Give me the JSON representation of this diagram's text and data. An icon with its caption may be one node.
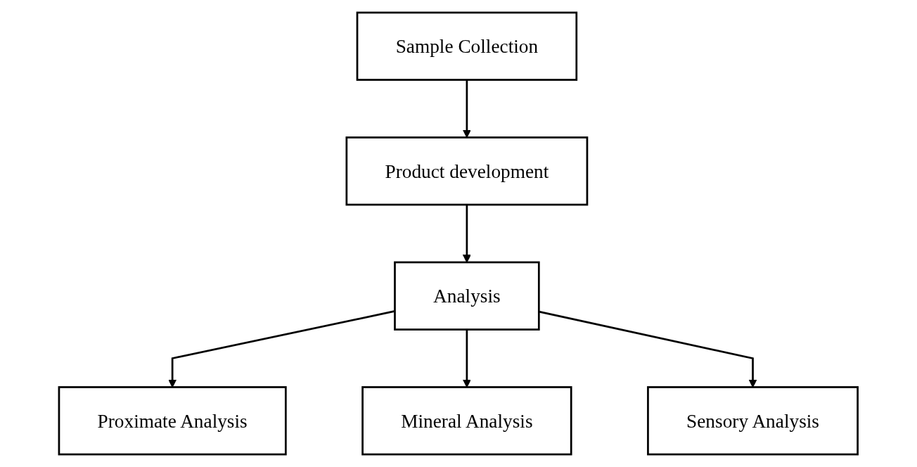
{
  "diagram": {
    "nodes": [
      {
        "text": [
          "Sample Collection"
        ]
      },
      {
        "text": [
          "Product development"
        ]
      },
      {
        "text": [
          "Analysis"
        ]
      },
      {
        "text": [
          "Proximate Analysis"
        ]
      },
      {
        "text": [
          "Mineral Analysis"
        ]
      },
      {
        "text": [
          "Sensory Analysis"
        ]
      }
    ],
    "edges": [
      {
        "from": 0,
        "to": 1,
        "arrow": "to"
      },
      {
        "from": 1,
        "to": 2,
        "arrow": "to"
      },
      {
        "from": 2,
        "to": 3,
        "arrow": "to"
      },
      {
        "from": 2,
        "to": 4,
        "arrow": "to"
      },
      {
        "from": 2,
        "to": 5,
        "arrow": "to"
      }
    ]
  }
}
